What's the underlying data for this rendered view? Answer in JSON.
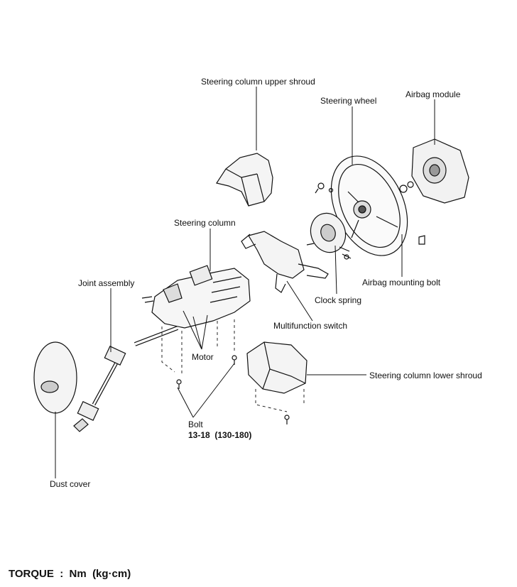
{
  "labels": {
    "upper_shroud": "Steering column upper shroud",
    "steering_wheel": "Steering wheel",
    "airbag_module": "Airbag module",
    "steering_column": "Steering column",
    "joint_assembly": "Joint assembly",
    "airbag_mounting_bolt": "Airbag mounting bolt",
    "clock_spring": "Clock spring",
    "multifunction_switch": "Multifunction switch",
    "motor": "Motor",
    "lower_shroud": "Steering column lower shroud",
    "bolt": "Bolt",
    "bolt_torque": "13-18  (130-180)",
    "dust_cover": "Dust cover"
  },
  "footer": {
    "torque_units": "TORQUE  :  Nm  (kg·cm)"
  }
}
